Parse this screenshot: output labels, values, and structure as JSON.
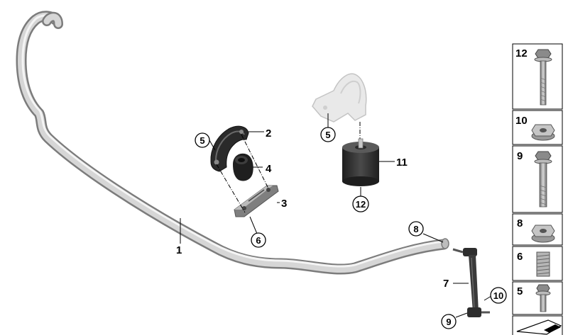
{
  "diagram": {
    "callouts": {
      "c1": "1",
      "c2": "2",
      "c3": "3",
      "c4": "4",
      "c5a": "5",
      "c5b": "5",
      "c6": "6",
      "c7": "7",
      "c8": "8",
      "c9": "9",
      "c10": "10",
      "c11": "11",
      "c12": "12"
    },
    "sidebar": {
      "items": [
        {
          "num": "12",
          "icon": "hex-flange-bolt-icon"
        },
        {
          "num": "10",
          "icon": "hex-flange-nut-icon"
        },
        {
          "num": "9",
          "icon": "flange-bolt-icon"
        },
        {
          "num": "8",
          "icon": "hex-flange-nut-icon"
        },
        {
          "num": "6",
          "icon": "threaded-insert-icon"
        },
        {
          "num": "5",
          "icon": "hex-bolt-icon"
        }
      ]
    }
  }
}
